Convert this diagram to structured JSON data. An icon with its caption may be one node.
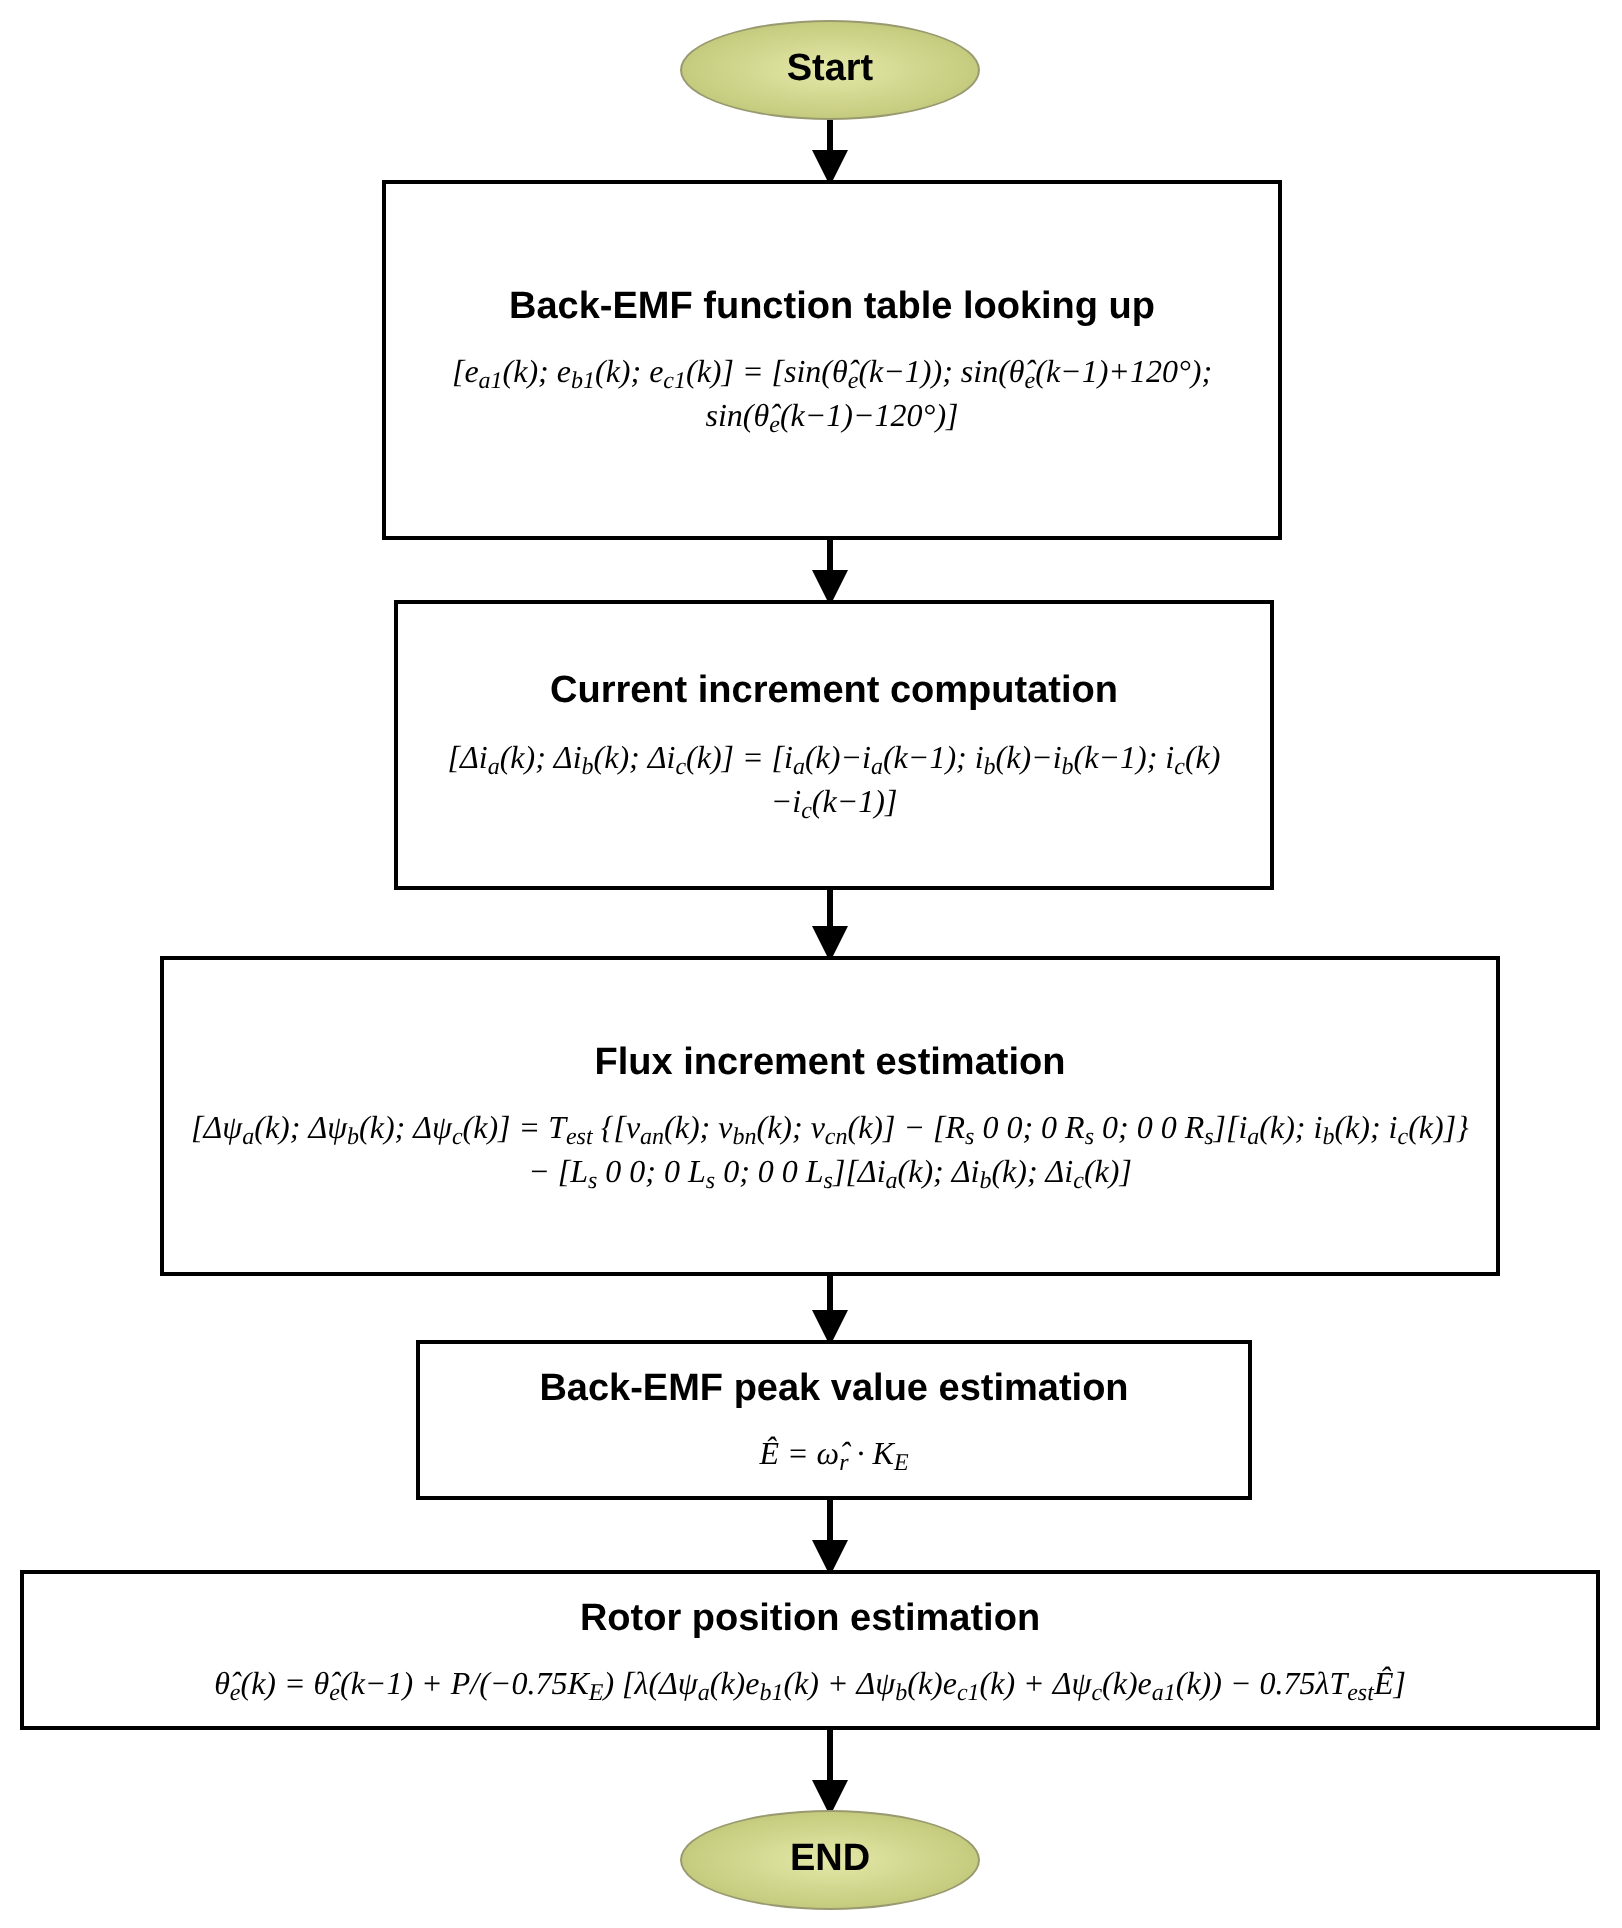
{
  "diagram": {
    "nodes": [
      {
        "text": [
          "Start"
        ]
      },
      {
        "text": [
          "Back-EMF function table looking up",
          "[e$_{a1}$(k); e$_{b1}$(k); e$_{c1}$(k)] = [sin(θ̂$_{e}$(k−1)); sin(θ̂$_{e}$(k−1)+120°); sin(θ̂$_{e}$(k−1)−120°)]"
        ]
      },
      {
        "text": [
          "Current increment computation",
          "[Δi$_{a}$(k); Δi$_{b}$(k); Δi$_{c}$(k)] = [i$_{a}$(k)−i$_{a}$(k−1); i$_{b}$(k)−i$_{b}$(k−1); i$_{c}$(k)−i$_{c}$(k−1)]"
        ]
      },
      {
        "text": [
          "Flux increment estimation",
          "[Δψ$_{a}$(k); Δψ$_{b}$(k); Δψ$_{c}$(k)] = T$_{est}$ {[v$_{an}$(k); v$_{bn}$(k); v$_{cn}$(k)] − [R$_{s}$ 0 0; 0 R$_{s}$ 0; 0 0 R$_{s}$][i$_{a}$(k); i$_{b}$(k); i$_{c}$(k)]} − [L$_{s}$ 0 0; 0 L$_{s}$ 0; 0 0 L$_{s}$][Δi$_{a}$(k); Δi$_{b}$(k); Δi$_{c}$(k)]"
        ]
      },
      {
        "text": [
          "Back-EMF peak value estimation",
          "Ê = ω̂$_{r}$ · K$_{E}$"
        ]
      },
      {
        "text": [
          "Rotor position estimation",
          "θ̂$_{e}$(k) = θ̂$_{e}$(k−1) + P/(−0.75K$_{E}$) [λ(Δψ$_{a}$(k)e$_{b1}$(k) + Δψ$_{b}$(k)e$_{c1}$(k) + Δψ$_{c}$(k)e$_{a1}$(k)) − 0.75λT$_{est}$Ê]"
        ]
      },
      {
        "text": [
          "END"
        ]
      }
    ],
    "edges": [
      {
        "from": 0,
        "to": 1,
        "arrow": "to"
      },
      {
        "from": 1,
        "to": 2,
        "arrow": "to"
      },
      {
        "from": 2,
        "to": 3,
        "arrow": "to"
      },
      {
        "from": 3,
        "to": 4,
        "arrow": "to"
      },
      {
        "from": 4,
        "to": 5,
        "arrow": "to"
      },
      {
        "from": 5,
        "to": 6,
        "arrow": "to"
      }
    ]
  }
}
